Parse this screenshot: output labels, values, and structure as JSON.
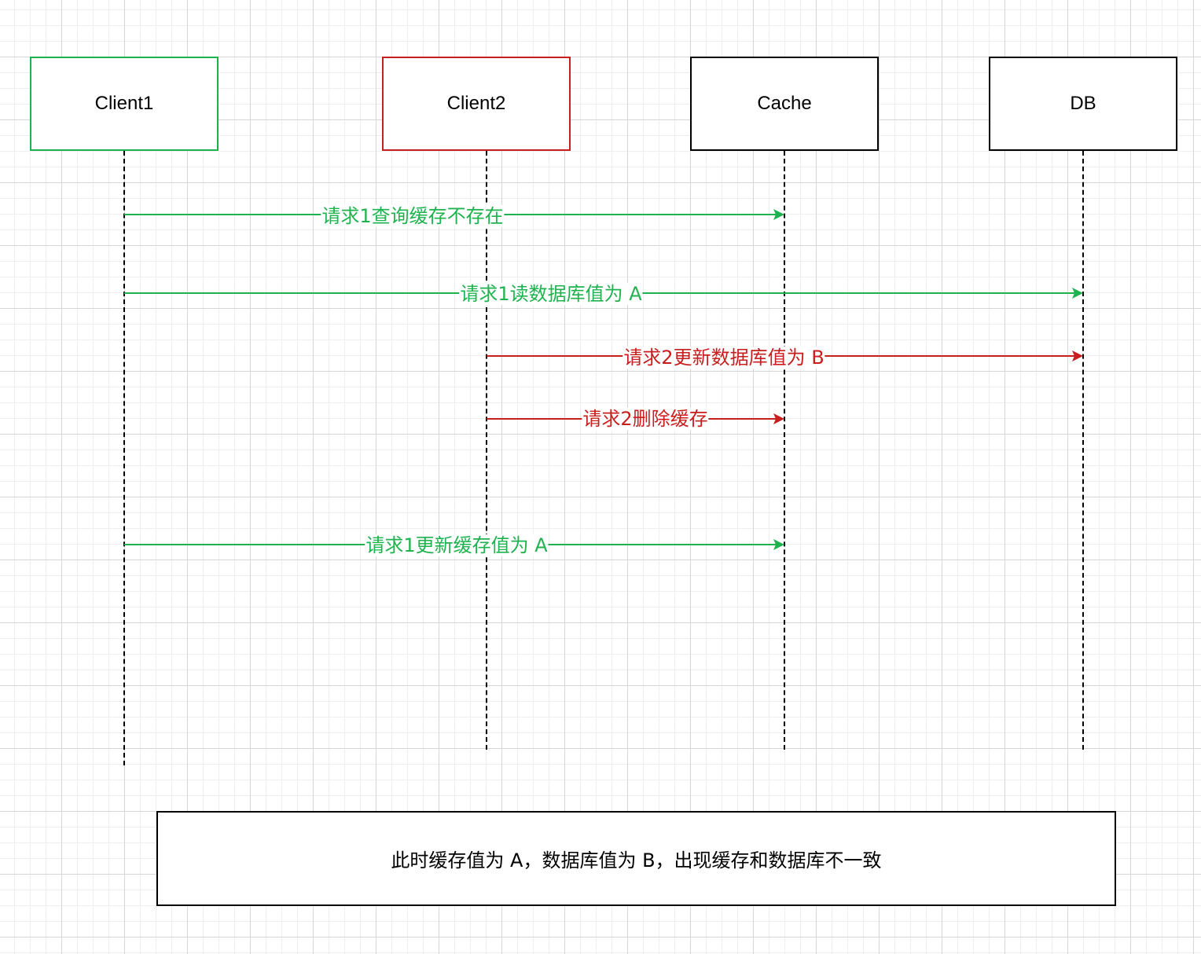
{
  "actors": [
    {
      "name": "Client1",
      "color": "#1fb34f"
    },
    {
      "name": "Client2",
      "color": "#c81e1e"
    },
    {
      "name": "Cache",
      "color": "#000000"
    },
    {
      "name": "DB",
      "color": "#000000"
    }
  ],
  "messages": [
    {
      "from": "Client1",
      "to": "Cache",
      "label": "请求1查询缓存不存在",
      "color": "#1fb34f"
    },
    {
      "from": "Client1",
      "to": "DB",
      "label": "请求1读数据库值为 A",
      "color": "#1fb34f"
    },
    {
      "from": "Client2",
      "to": "DB",
      "label": "请求2更新数据库值为 B",
      "color": "#c81e1e"
    },
    {
      "from": "Client2",
      "to": "Cache",
      "label": "请求2删除缓存",
      "color": "#c81e1e"
    },
    {
      "from": "Client1",
      "to": "Cache",
      "label": "请求1更新缓存值为 A",
      "color": "#1fb34f"
    }
  ],
  "note": "此时缓存值为 A，数据库值为 B，出现缓存和数据库不一致"
}
